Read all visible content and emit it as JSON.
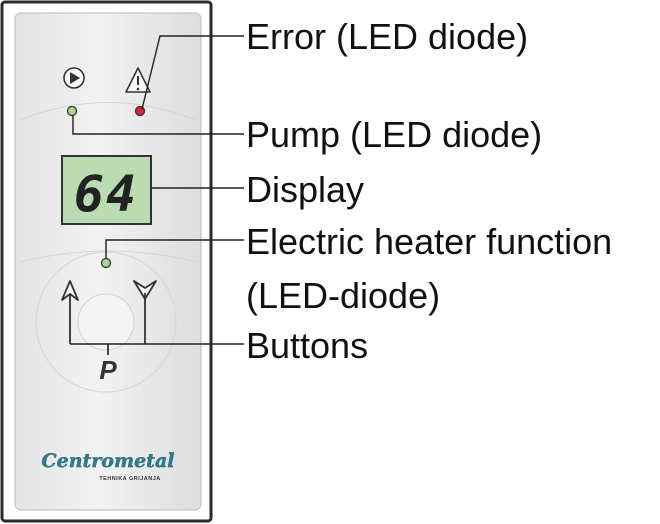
{
  "labels": {
    "error": "Error (LED diode)",
    "pump": "Pump (LED diode)",
    "display": "Display",
    "heater_line1": "Electric heater function",
    "heater_line2": "(LED-diode)",
    "buttons": "Buttons"
  },
  "display": {
    "reading": "64"
  },
  "buttons": {
    "program": "P"
  },
  "brand": {
    "name": "Centrometal",
    "tagline": "TEHNIKA GRIJANJA"
  },
  "icons": {
    "pump": "pump-play-icon",
    "error": "warning-triangle-icon",
    "up": "up-arrow-icon",
    "down": "down-arrow-icon"
  },
  "colors": {
    "panel_fill": "#eceded",
    "panel_border": "#2b2b2b",
    "display_fill": "#b9ddb0",
    "led_green": "#a9d68f",
    "led_red": "#e0213a",
    "logo": "#2a7f95"
  }
}
